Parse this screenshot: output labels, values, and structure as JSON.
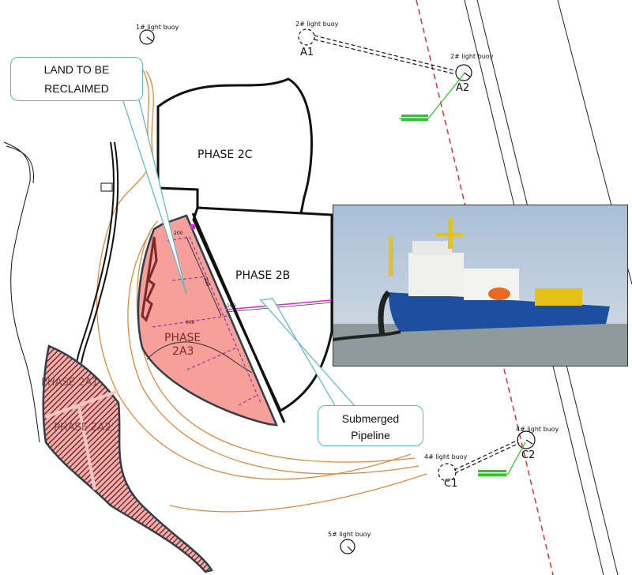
{
  "callouts": {
    "land": {
      "line1": "LAND TO BE",
      "line2": "RECLAIMED"
    },
    "pipeline": {
      "line1": "Submerged",
      "line2": "Pipeline"
    }
  },
  "phases": {
    "p2c": "PHASE 2C",
    "p2b": "PHASE 2B",
    "p2a3_line1": "PHASE",
    "p2a3_line2": "2A3",
    "p2a1": "PHASE 2A1",
    "p2a2": "PHASE 2A2"
  },
  "dimensions": {
    "d200": "200",
    "d300": "300",
    "d600": "600",
    "d100": "100"
  },
  "buoys": {
    "b1": "1# light buoy",
    "b2a": "2# light buoy",
    "b2b": "2# light buoy",
    "b4a": "4# light buoy",
    "b4b": "4# light buoy",
    "b5": "5# light buoy"
  },
  "anchors": {
    "a1": "A1",
    "a2": "A2",
    "c1": "C1",
    "c2": "C2"
  },
  "colors": {
    "reclaim": "#f7a09a",
    "hatch": "#7a2a2a",
    "contour": "#e08a3c",
    "channel": "#d9343a",
    "callout": "#5bb5c8",
    "coord": "#22cc22"
  }
}
